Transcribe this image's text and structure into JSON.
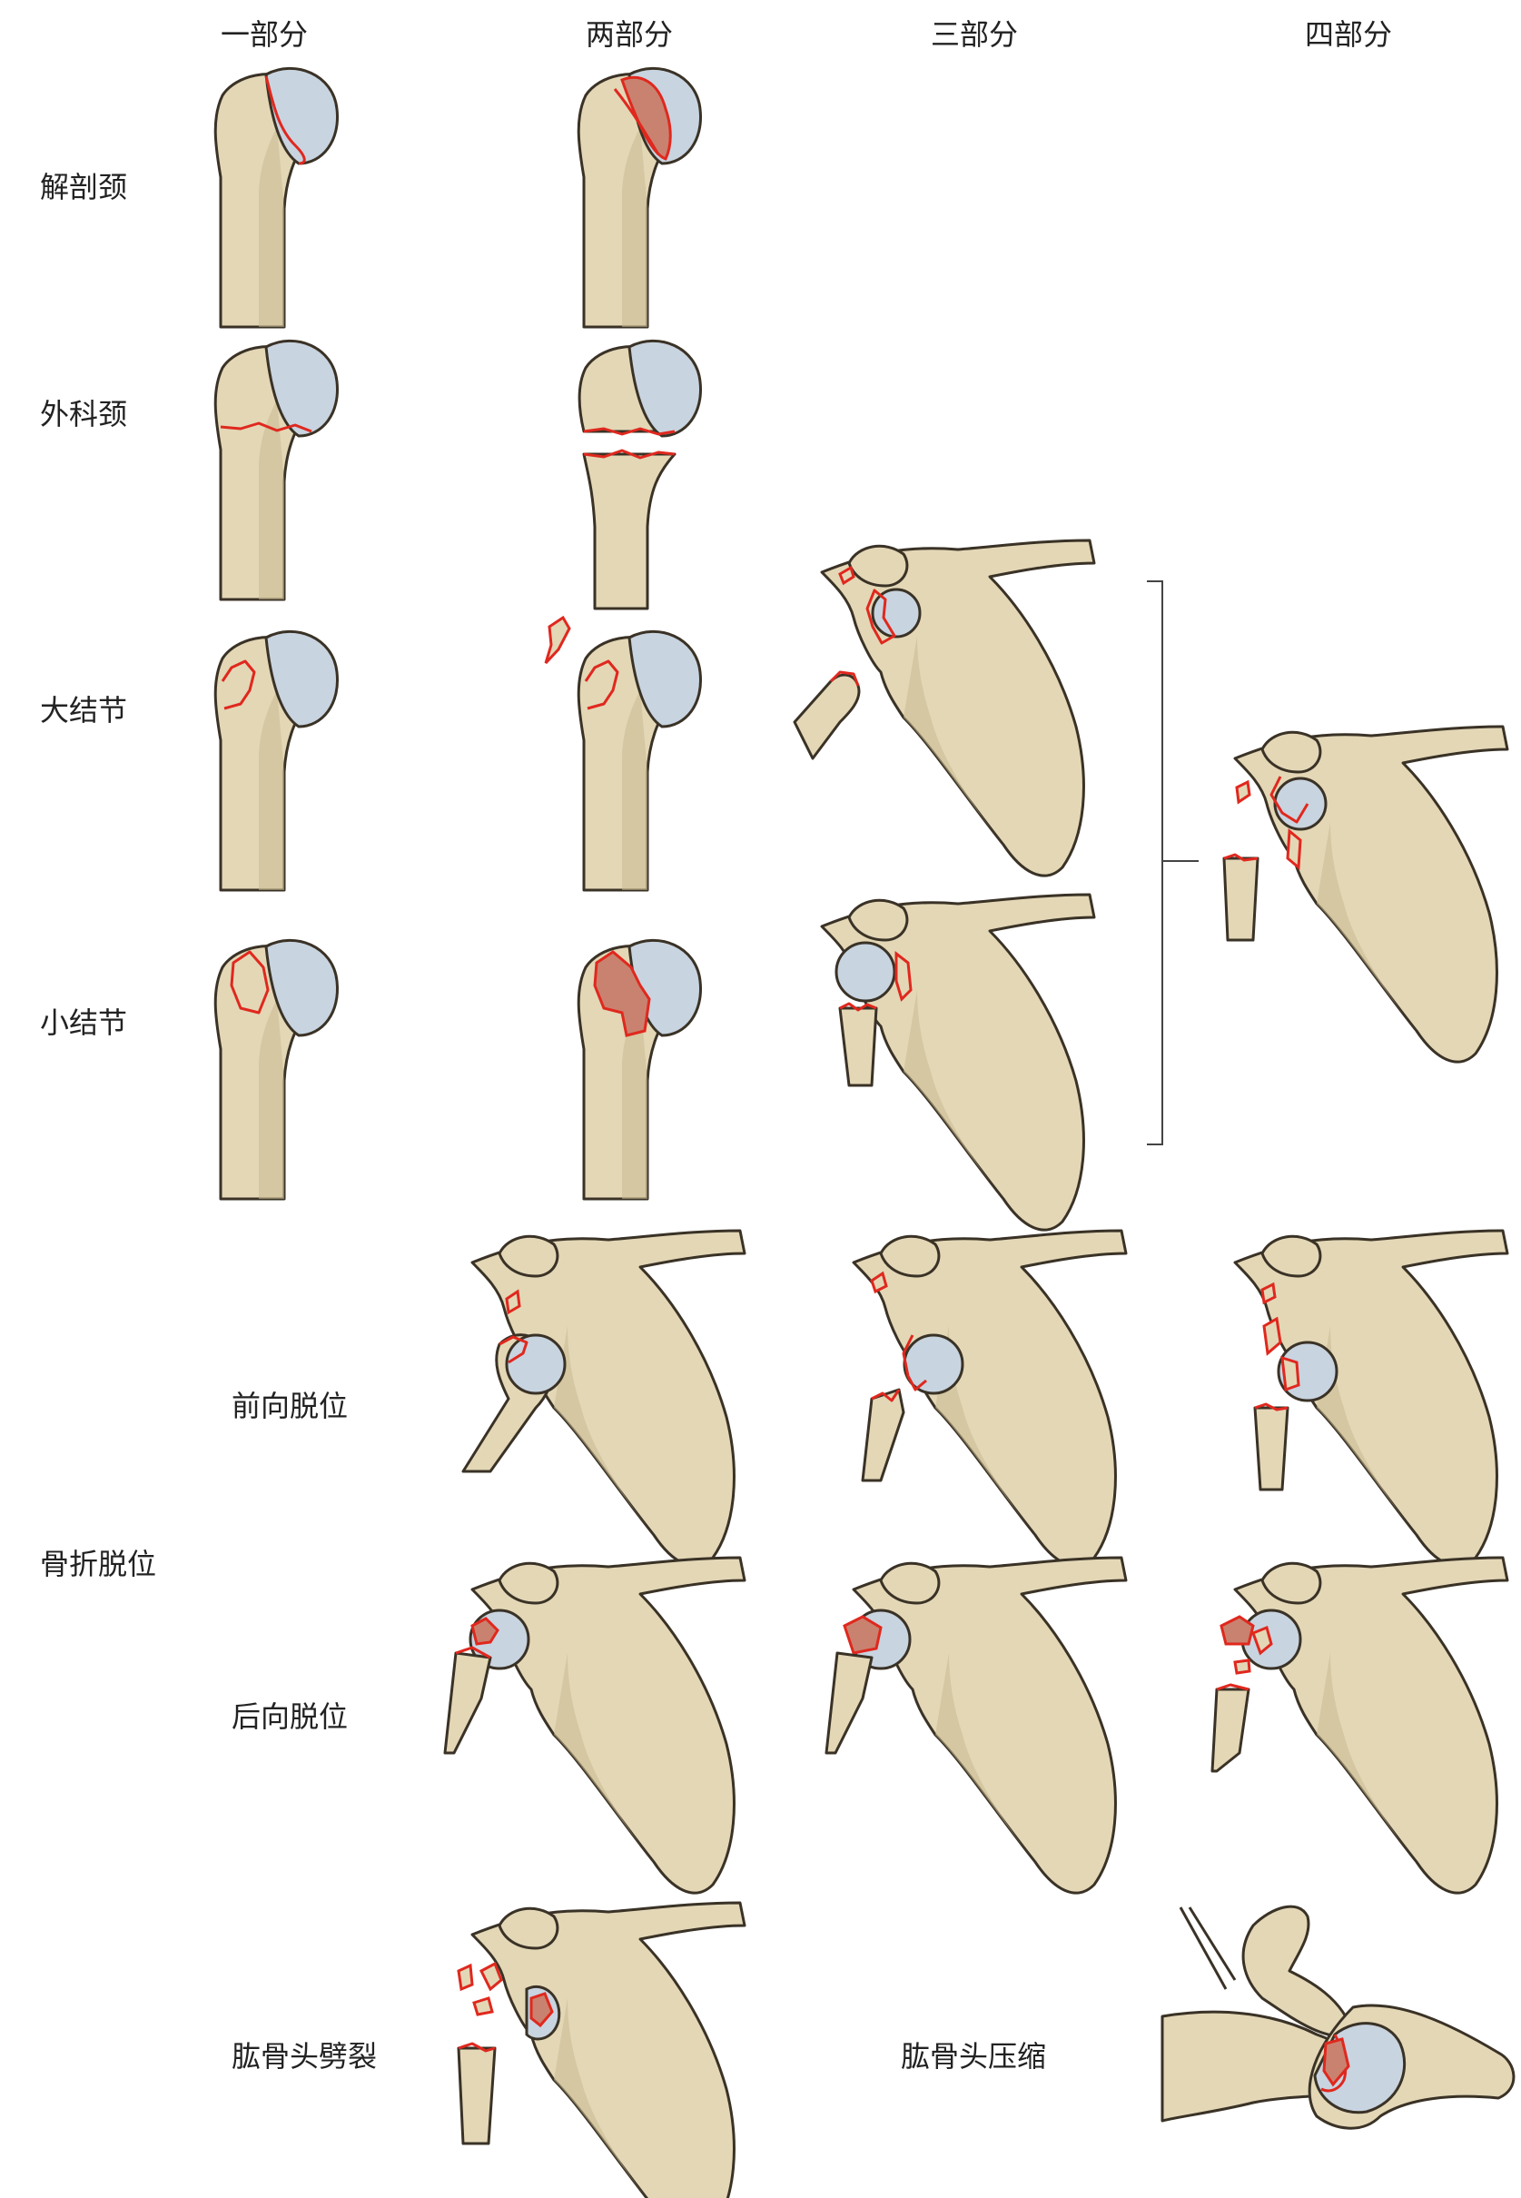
{
  "columns": [
    "一部分",
    "两部分",
    "三部分",
    "四部分"
  ],
  "rows": {
    "anatomical_neck": "解剖颈",
    "surgical_neck": "外科颈",
    "greater_tuberosity": "大结节",
    "lesser_tuberosity": "小结节",
    "fracture_dislocation": "骨折脱位",
    "anterior_dislocation": "前向脱位",
    "posterior_dislocation": "后向脱位",
    "head_splitting": "肱骨头劈裂",
    "head_impression": "肱骨头压缩"
  },
  "colors": {
    "bone": "#e3d7b6",
    "cartilage": "#c8d4e0",
    "fracture_line": "#e0281e",
    "fragment_fill": "#c9826f"
  }
}
